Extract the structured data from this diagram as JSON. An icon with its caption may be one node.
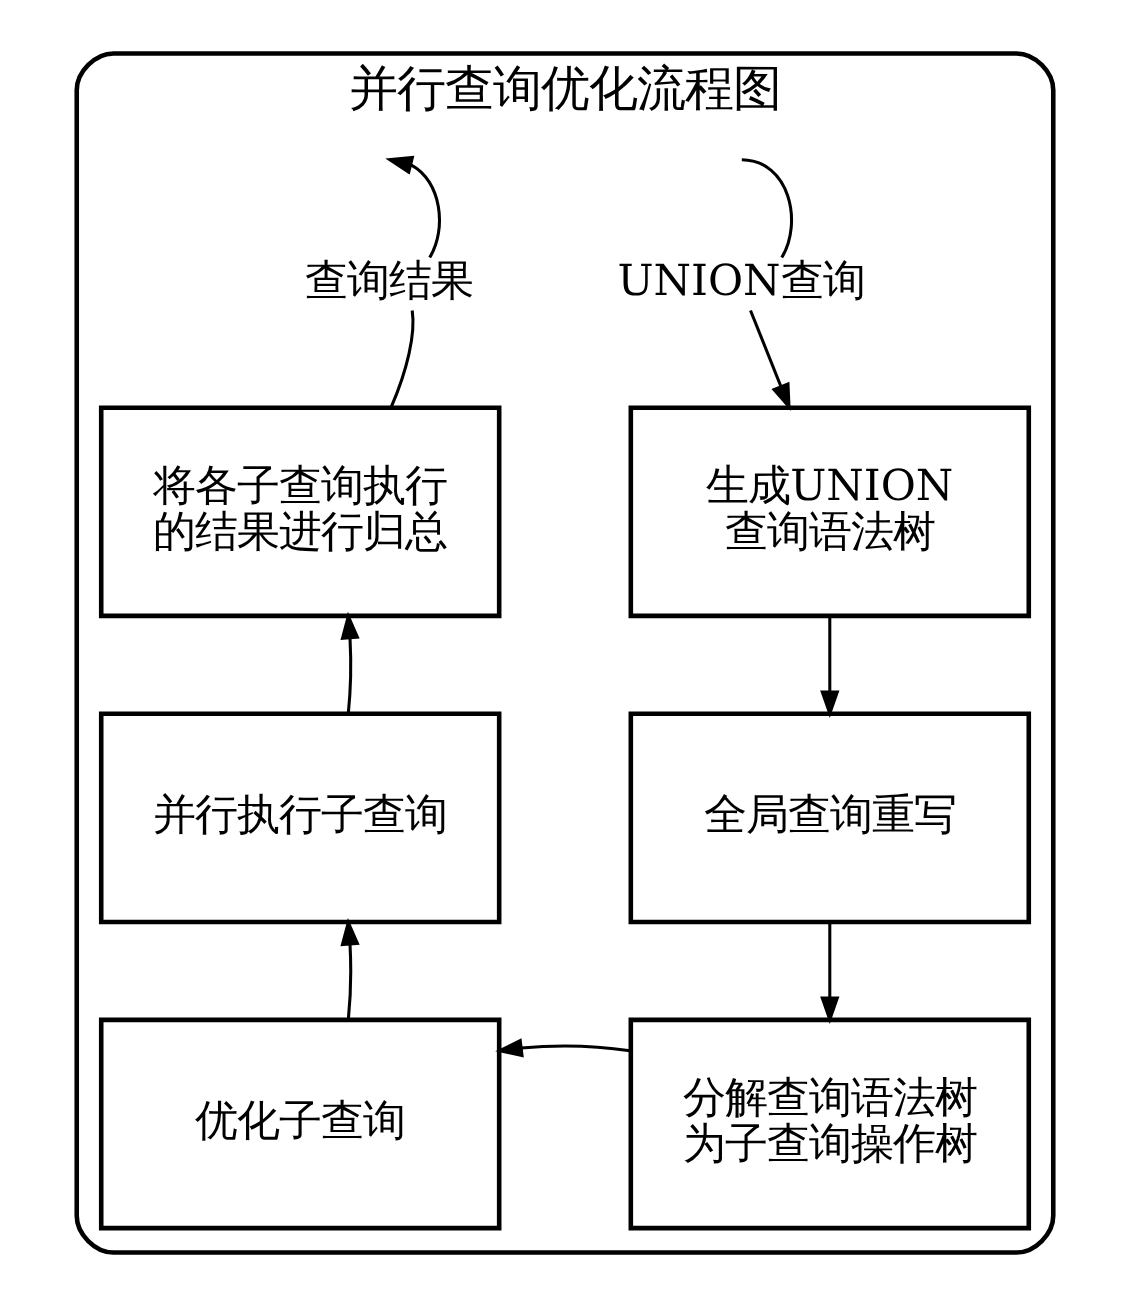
{
  "diagram": {
    "nodes": [
      {
        "text": [
          "并行查询优化流程图"
        ]
      },
      {
        "text": [
          "UNION查询"
        ],
        "in": 0
      },
      {
        "text": [
          "生成UNION查询语法树"
        ],
        "in": 0
      },
      {
        "text": [
          "全局查询重写"
        ],
        "in": 0
      },
      {
        "text": [
          "分解查询语法树为子查询操作树"
        ],
        "in": 0
      },
      {
        "text": [
          "优化子查询"
        ],
        "in": 0
      },
      {
        "text": [
          "并行执行子查询"
        ],
        "in": 0
      },
      {
        "text": [
          "将各子查询执行的结果进行归总"
        ],
        "in": 0
      },
      {
        "text": [
          "查询结果"
        ],
        "in": 0
      }
    ],
    "edges": [
      {
        "from": null,
        "to": 1,
        "arrow": "none"
      },
      {
        "from": 1,
        "to": 2,
        "arrow": "to"
      },
      {
        "from": 2,
        "to": 3,
        "arrow": "to"
      },
      {
        "from": 3,
        "to": 4,
        "arrow": "to"
      },
      {
        "from": 4,
        "to": 5,
        "arrow": "to"
      },
      {
        "from": 5,
        "to": 6,
        "arrow": "to"
      },
      {
        "from": 6,
        "to": 7,
        "arrow": "to"
      },
      {
        "from": 7,
        "to": 8,
        "arrow": "none"
      },
      {
        "from": 8,
        "to": null,
        "arrow": "to"
      }
    ]
  }
}
